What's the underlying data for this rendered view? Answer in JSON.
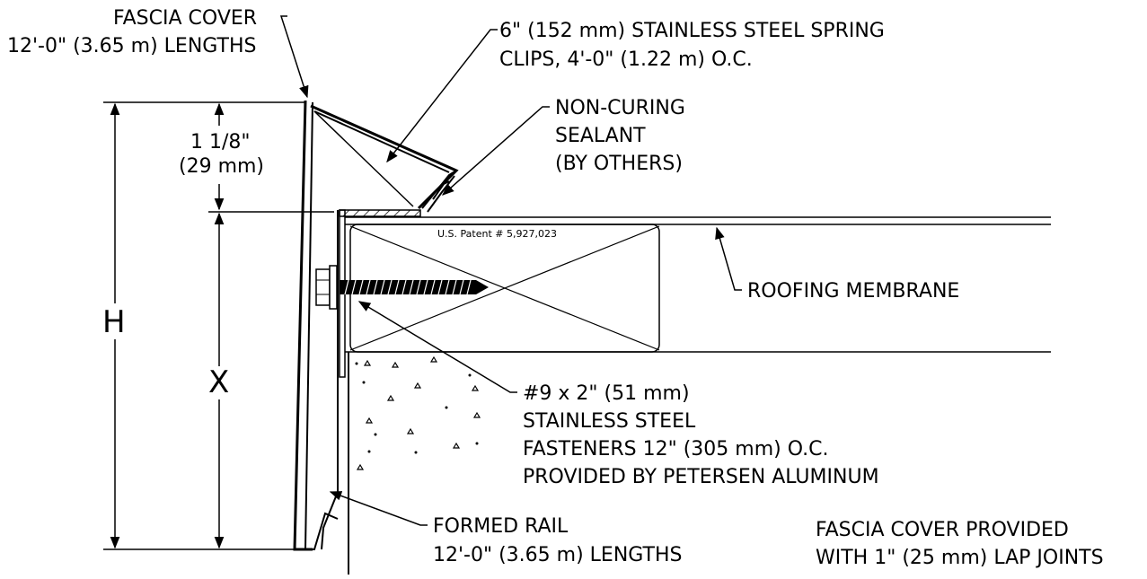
{
  "labels": {
    "fascia_cover_1": "FASCIA COVER",
    "fascia_cover_2": "12'-0\" (3.65 m) LENGTHS",
    "spring_clips_1": "6\" (152 mm) STAINLESS STEEL SPRING",
    "spring_clips_2": "CLIPS, 4'-0\" (1.22 m) O.C.",
    "sealant_1": "NON-CURING",
    "sealant_2": "SEALANT",
    "sealant_3": "(BY OTHERS)",
    "dim_1": "1 1/8\"",
    "dim_2": "(29 mm)",
    "patent": "U.S. Patent # 5,927,023",
    "membrane": "ROOFING MEMBRANE",
    "h": "H",
    "x": "X",
    "fastener_1": "#9 x 2\" (51 mm)",
    "fastener_2": "STAINLESS STEEL",
    "fastener_3": "FASTENERS 12\" (305 mm) O.C.",
    "fastener_4": "PROVIDED BY PETERSEN ALUMINUM",
    "rail_1": "FORMED RAIL",
    "rail_2": "12'-0\" (3.65 m) LENGTHS",
    "note_1": "FASCIA COVER PROVIDED",
    "note_2": "WITH 1\" (25 mm) LAP JOINTS"
  }
}
